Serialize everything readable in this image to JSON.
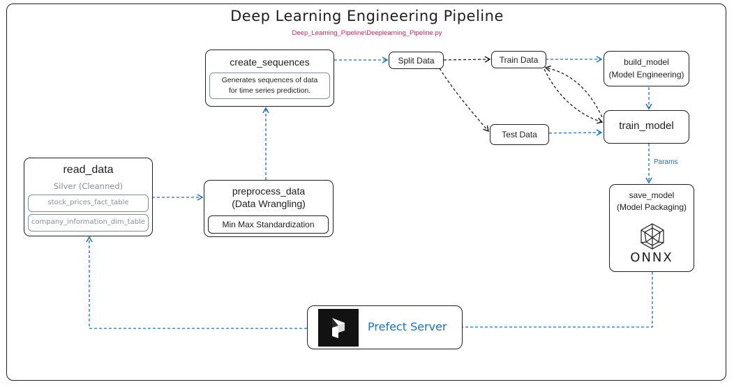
{
  "title": "Deep Learning Engineering Pipeline",
  "subtitle": "Deep_Learning_Pipeline\\Deeplearning_Pipeline.py",
  "nodes": {
    "read_data": {
      "title": "read_data",
      "subtitle": "Silver (Cleanned)",
      "tables": [
        "stock_prices_fact_table",
        "company_information_dim_table"
      ]
    },
    "preprocess_data": {
      "line1": "preprocess_data",
      "line2": "(Data Wrangling)",
      "detail": "Min Max Standardization"
    },
    "create_sequences": {
      "title": "create_sequences",
      "detail_line1": "Generates sequences of data",
      "detail_line2": "for time series prediction."
    },
    "split_data": {
      "label": "Split Data"
    },
    "train_data": {
      "label": "Train Data"
    },
    "test_data": {
      "label": "Test Data"
    },
    "build_model": {
      "line1": "build_model",
      "line2": "(Model Engineering)"
    },
    "train_model": {
      "label": "train_model"
    },
    "save_model": {
      "line1": "save_model",
      "line2": "(Model Packaging)",
      "logo_text": "ONNX"
    },
    "prefect": {
      "label": "Prefect Server"
    }
  },
  "edge_labels": {
    "params": "Params"
  },
  "colors": {
    "flow": "#1971c2",
    "data": "#1e1e1e",
    "subtitle": "#c2255c",
    "muted": "#868e96"
  }
}
